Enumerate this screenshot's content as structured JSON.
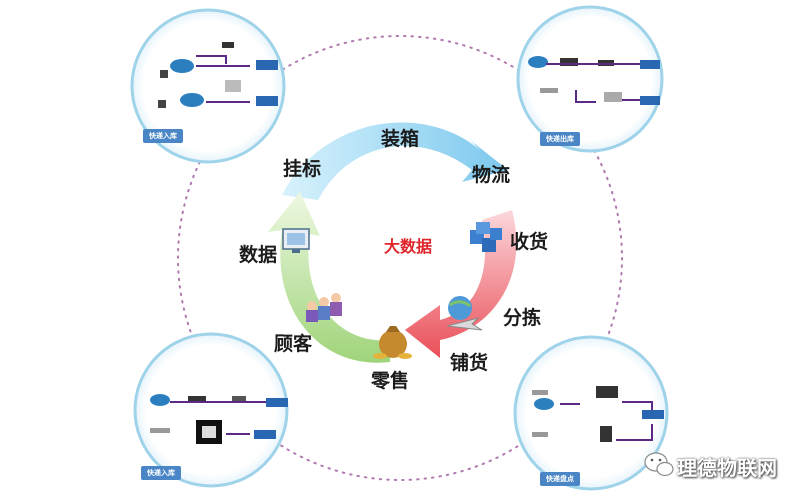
{
  "cycle": {
    "center": "大数据",
    "steps": [
      "装箱",
      "物流",
      "收货",
      "分拣",
      "铺货",
      "零售",
      "顾客",
      "数据",
      "挂标"
    ]
  },
  "corners": {
    "top_left": "快递入库",
    "top_right": "快递出库",
    "bottom_left": "快递入库",
    "bottom_right": "快递盘点"
  },
  "watermark": "理德物联网",
  "colors": {
    "circle_border": "#9fd3ea",
    "arrow_top": "#aee0f7",
    "arrow_right": "#f07a80",
    "arrow_left": "#c4e6a0",
    "dotted_ring": "#b07ab0",
    "tag_blue": "#4a86c5"
  },
  "icons": [
    "computer-icon",
    "servers-icon",
    "globe-plane-icon",
    "money-bag-icon",
    "people-icon",
    "wechat-icon"
  ]
}
